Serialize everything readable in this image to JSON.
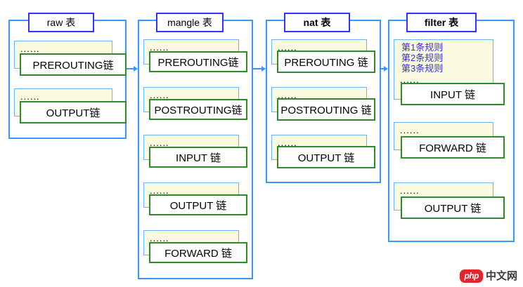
{
  "diagram": {
    "title": "iptables tables and chains diagram",
    "colors": {
      "container_border": "#3399FF",
      "title_border": "#3333FF",
      "sheet_border": "#66B5F5",
      "sheet_fill": "#FAFAE1",
      "chain_border": "#2E8B29",
      "rule_text": "#3333CC",
      "arrow": "#3399FF",
      "background": "#FFFFFF"
    },
    "dots_glyph": "......",
    "tables": [
      {
        "id": "raw",
        "title": "raw 表",
        "title_bold": false,
        "chains": [
          {
            "label": "PREROUTING链",
            "dots": "......",
            "rules": []
          },
          {
            "label": "OUTPUT链",
            "dots": "......",
            "rules": []
          }
        ]
      },
      {
        "id": "mangle",
        "title": "mangle 表",
        "title_bold": false,
        "chains": [
          {
            "label": "PREROUTING链",
            "dots": "......",
            "rules": []
          },
          {
            "label": "POSTROUTING链",
            "dots": "......",
            "rules": []
          },
          {
            "label": "INPUT 链",
            "dots": "......",
            "rules": []
          },
          {
            "label": "OUTPUT 链",
            "dots": "......",
            "rules": []
          },
          {
            "label": "FORWARD 链",
            "dots": "......",
            "rules": []
          }
        ]
      },
      {
        "id": "nat",
        "title": "nat 表",
        "title_bold": true,
        "chains": [
          {
            "label": "PREROUTING 链",
            "dots": "......",
            "rules": []
          },
          {
            "label": "POSTROUTING 链",
            "dots": "......",
            "rules": []
          },
          {
            "label": "OUTPUT 链",
            "dots": "......",
            "rules": []
          }
        ]
      },
      {
        "id": "filter",
        "title": "filter 表",
        "title_bold": true,
        "chains": [
          {
            "label": "INPUT 链",
            "dots": "......",
            "rules": [
              "第1条规则",
              "第2条规则",
              "第3条规则"
            ]
          },
          {
            "label": "FORWARD 链",
            "dots": "......",
            "rules": []
          },
          {
            "label": "OUTPUT 链",
            "dots": "......",
            "rules": []
          }
        ]
      }
    ],
    "arrows": [
      {
        "from": "raw",
        "to": "mangle"
      },
      {
        "from": "mangle",
        "to": "nat"
      },
      {
        "from": "nat",
        "to": "filter"
      }
    ]
  },
  "watermark": {
    "badge": "php",
    "text": "中文网"
  }
}
